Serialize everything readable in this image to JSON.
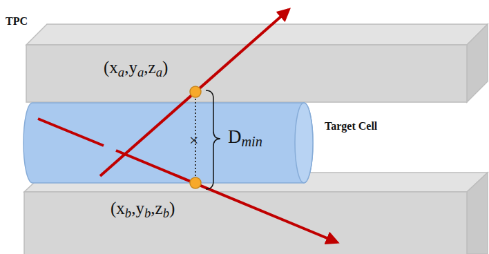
{
  "diagram": {
    "labels": [
      "TPC",
      "(xa,ya,za)",
      "×",
      "Dmin",
      "(xb,yb,zb)",
      "Target Cell"
    ]
  }
}
